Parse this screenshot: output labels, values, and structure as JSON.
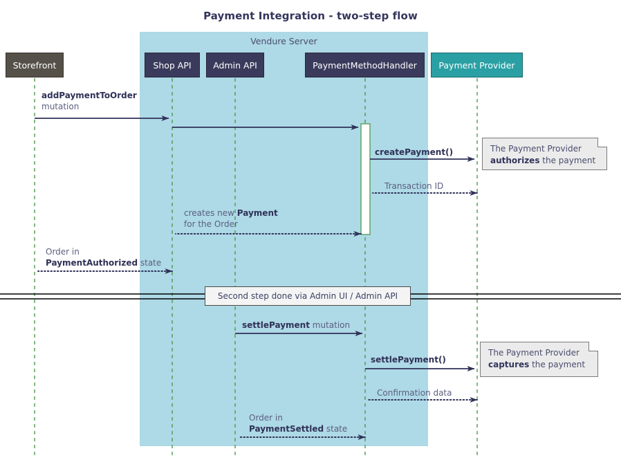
{
  "title": "Payment Integration - two-step flow",
  "colors": {
    "title": "#33355c",
    "storefront": "#555048",
    "api_box": "#3a3b5c",
    "provider": "#2aa0a4",
    "group_fill": "#aed9e6",
    "lifeline": "#4e9a4e",
    "arrow": "#2f3157",
    "note_fill": "#ebebeb",
    "note_border": "#7a7a7a"
  },
  "group": {
    "label": "Vendure Server"
  },
  "participants": [
    {
      "name": "Storefront",
      "label": "Storefront",
      "kind": "storefront"
    },
    {
      "name": "Shop API",
      "label": "Shop API",
      "kind": "api"
    },
    {
      "name": "Admin API",
      "label": "Admin API",
      "kind": "api"
    },
    {
      "name": "PaymentMethodHandler",
      "label": "PaymentMethodHandler",
      "kind": "api"
    },
    {
      "name": "Payment Provider",
      "label": "Payment Provider",
      "kind": "provider"
    }
  ],
  "divider": {
    "label": "Second step done via Admin UI / Admin API"
  },
  "messages": [
    {
      "id": "add-payment-to-order",
      "from": "Storefront",
      "to": "Shop API",
      "style": "solid",
      "label_line1_bold": "addPaymentToOrder",
      "label_line2": "mutation"
    },
    {
      "id": "shop-api-to-handler",
      "from": "Shop API",
      "to": "PaymentMethodHandler",
      "style": "solid",
      "label_line1_bold": "",
      "label_line2": ""
    },
    {
      "id": "create-payment",
      "from": "PaymentMethodHandler",
      "to": "Payment Provider",
      "style": "solid",
      "label_line1_bold": "createPayment()",
      "label_line2": ""
    },
    {
      "id": "transaction-id",
      "from": "Payment Provider",
      "to": "PaymentMethodHandler",
      "style": "dotted",
      "label_line1_bold": "",
      "label_line2": "Transaction ID"
    },
    {
      "id": "creates-new-payment",
      "from": "PaymentMethodHandler",
      "to": "Shop API",
      "style": "dotted",
      "label_line1_prefix": "creates new ",
      "label_line1_bold": "Payment",
      "label_line2": "for the Order"
    },
    {
      "id": "order-payment-authorized",
      "from": "Shop API",
      "to": "Storefront",
      "style": "dotted",
      "label_line1": "Order in",
      "label_line2_bold": "PaymentAuthorized",
      "label_line2_suffix": " state"
    },
    {
      "id": "settle-payment-mutation",
      "from": "Admin API",
      "to": "PaymentMethodHandler",
      "style": "solid",
      "label_line1_bold": "settlePayment",
      "label_line1_suffix": " mutation"
    },
    {
      "id": "settle-payment-call",
      "from": "PaymentMethodHandler",
      "to": "Payment Provider",
      "style": "solid",
      "label_line1_bold": "settlePayment()"
    },
    {
      "id": "confirmation-data",
      "from": "Payment Provider",
      "to": "PaymentMethodHandler",
      "style": "dotted",
      "label_line1": "Confirmation data"
    },
    {
      "id": "order-payment-settled",
      "from": "PaymentMethodHandler",
      "to": "Admin API",
      "style": "dotted",
      "label_line1": "Order in",
      "label_line2_bold": "PaymentSettled",
      "label_line2_suffix": " state"
    }
  ],
  "notes": [
    {
      "id": "note-authorizes",
      "line1": "The Payment Provider",
      "line2_bold": "authorizes",
      "line2_suffix": " the payment"
    },
    {
      "id": "note-captures",
      "line1": "The Payment Provider",
      "line2_bold": "captures",
      "line2_suffix": " the payment"
    }
  ]
}
